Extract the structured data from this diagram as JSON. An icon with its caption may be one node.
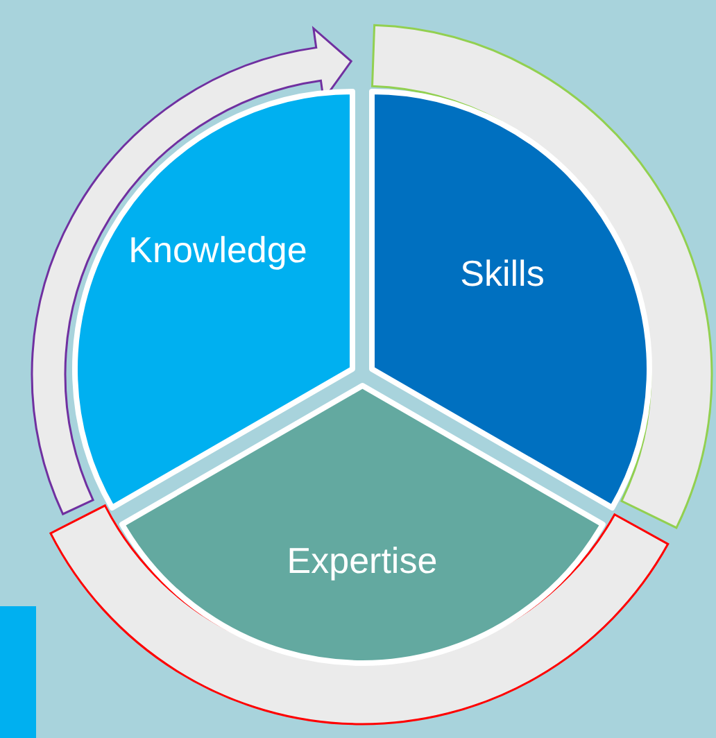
{
  "diagram": {
    "nodes": [
      {
        "text": [
          "Knowledge"
        ]
      },
      {
        "text": [
          "Skills"
        ]
      },
      {
        "text": [
          "Expertise"
        ]
      }
    ],
    "edges": [
      {
        "from": 0,
        "to": 1,
        "arrow": "to"
      }
    ]
  }
}
